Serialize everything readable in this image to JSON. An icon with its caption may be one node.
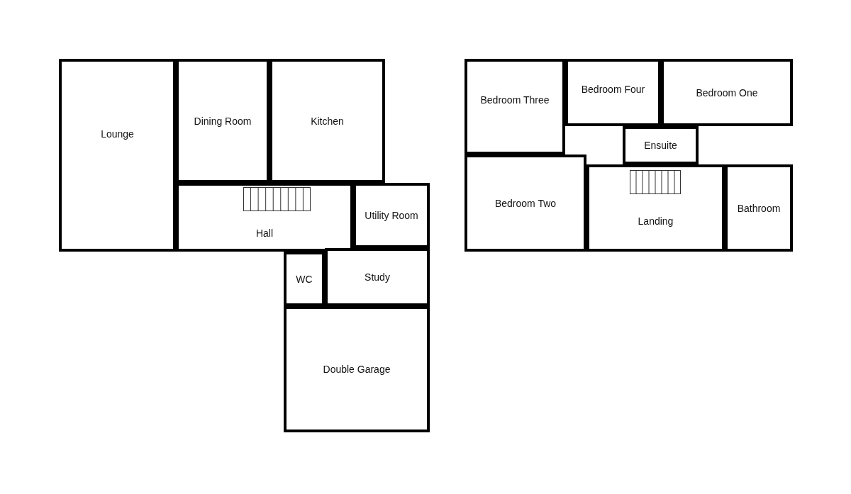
{
  "diagram": {
    "nodes": [
      {
        "text": [
          "Lounge"
        ]
      },
      {
        "text": [
          "Dining Room"
        ]
      },
      {
        "text": [
          "Kitchen"
        ]
      },
      {
        "text": [
          "Hall"
        ]
      },
      {
        "text": [
          "Utility Room"
        ]
      },
      {
        "text": [
          "WC"
        ]
      },
      {
        "text": [
          "Study"
        ]
      },
      {
        "text": [
          "Double Garage"
        ]
      },
      {
        "text": [
          "Bedroom Three"
        ]
      },
      {
        "text": [
          "Bedroom Four"
        ]
      },
      {
        "text": [
          "Bedroom One"
        ]
      },
      {
        "text": [
          "Ensuite"
        ]
      },
      {
        "text": [
          "Bedroom Two"
        ]
      },
      {
        "text": [
          "Landing"
        ]
      },
      {
        "text": [
          "Bathroom"
        ]
      }
    ]
  }
}
